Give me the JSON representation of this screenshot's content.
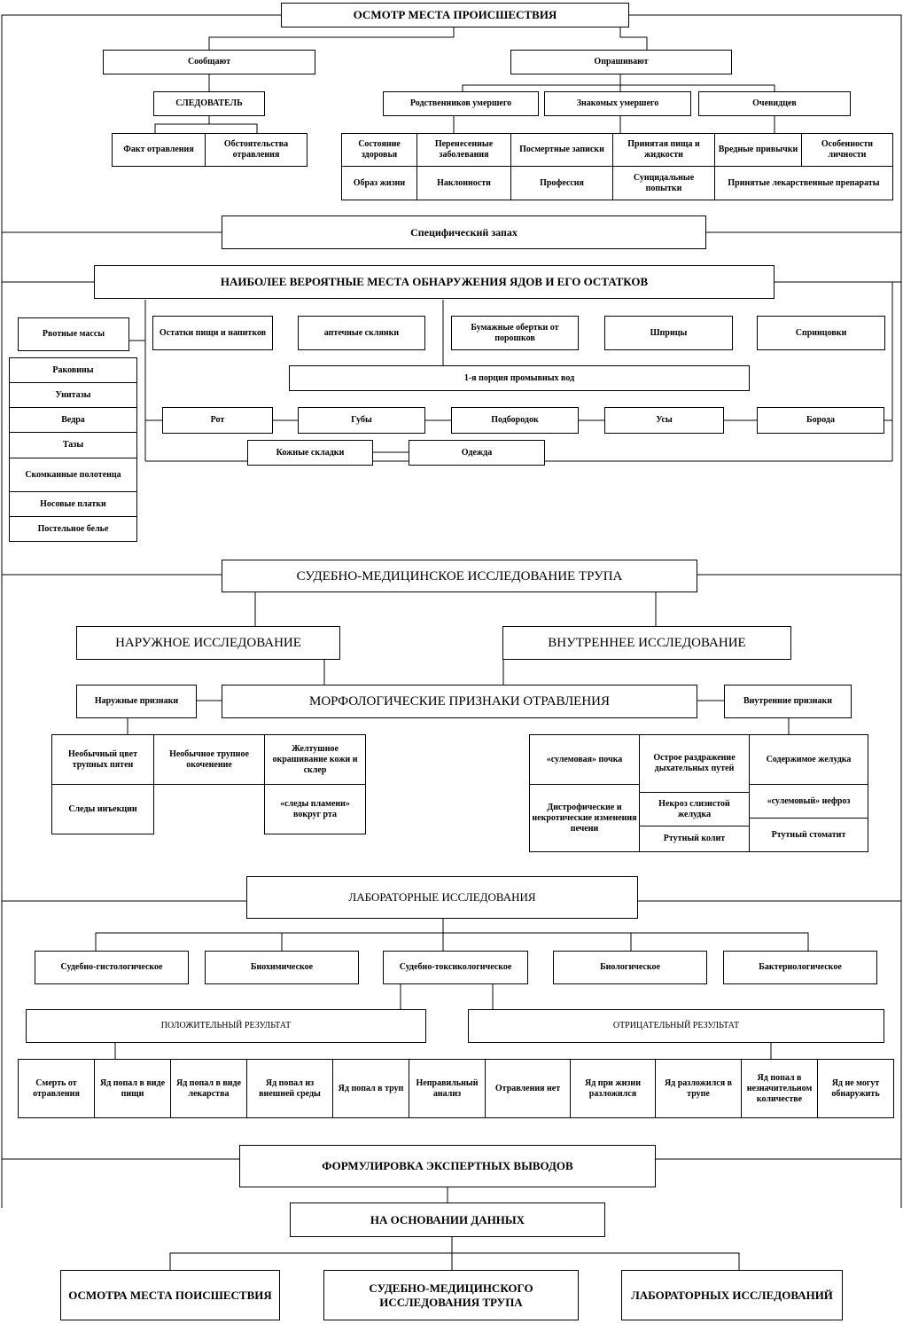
{
  "scene": {
    "title": "ОСМОТР МЕСТА ПРОИСШЕСТВИЯ",
    "report": "Сообщают",
    "interview": "Опрашивают",
    "investigator": "СЛЕДОВАТЕЛЬ",
    "fact": "Факт отравления",
    "circumstances": "Обстоятельства отравления",
    "relatives": "Родственников умершего",
    "acquaintances": "Знакомых умершего",
    "witnesses": "Очевидцев",
    "info": [
      "Состояние здоровья",
      "Перенесенные заболевания",
      "Посмертные записки",
      "Принятая пища и жидкости",
      "Вредные привычки",
      "Особенности личности",
      "Образ жизни",
      "Наклонности",
      "Профессия",
      "Суицидальные попытки",
      "Принятые лекарственные препараты"
    ],
    "smell": "Специфический запах"
  },
  "places": {
    "title": "НАИБОЛЕЕ ВЕРОЯТНЫЕ МЕСТА ОБНАРУЖЕНИЯ ЯДОВ И ЕГО ОСТАТКОВ",
    "vomit": "Рвотные массы",
    "containers": [
      "Раковины",
      "Унитазы",
      "Ведра",
      "Тазы",
      "Скомканные полотенца",
      "Носовые платки",
      "Постельное белье"
    ],
    "top": [
      "Остатки пищи и напитков",
      "аптечные склянки",
      "Бумажные обертки от порошков",
      "Шприцы",
      "Спринцовки"
    ],
    "wash": "1-я порция промывных вод",
    "body": [
      "Рот",
      "Губы",
      "Подбородок",
      "Усы",
      "Борода"
    ],
    "skinfolds": "Кожные складки",
    "clothes": "Одежда"
  },
  "autopsy": {
    "title": "СУДЕБНО-МЕДИЦИНСКОЕ ИССЛЕДОВАНИЕ ТРУПА",
    "external": "НАРУЖНОЕ ИССЛЕДОВАНИЕ",
    "internal": "ВНУТРЕННЕЕ ИССЛЕДОВАНИЕ",
    "morph": "МОРФОЛОГИЧЕСКИЕ ПРИЗНАКИ ОТРАВЛЕНИЯ",
    "ext_signs": "Наружные признаки",
    "int_signs": "Внутренние признаки",
    "ext_items": [
      "Необычный цвет трупных пятен",
      "Необычное трупное окоченение",
      "Желтушное окрашивание кожи и склер",
      "Следы инъекции",
      "«следы пламени» вокруг рта"
    ],
    "int_items": [
      "«сулемовая» почка",
      "Острое раздражение дыхательных путей",
      "Содержимое желудка",
      "Дистрофические и некротические изменения печени",
      "Некроз слизистой желудка",
      "«сулемовый» нефроз",
      "Ртутный колит",
      "Ртутный стоматит"
    ]
  },
  "lab": {
    "title": "ЛАБОРАТОРНЫЕ ИССЛЕДОВАНИЯ",
    "types": [
      "Судебно-гистологическое",
      "Биохимическое",
      "Судебно-токсикологическое",
      "Биологическое",
      "Бактериологическое"
    ],
    "positive": "ПОЛОЖИТЕЛЬНЫЙ РЕЗУЛЬТАТ",
    "negative": "ОТРИЦАТЕЛЬНЫЙ РЕЗУЛЬТАТ",
    "pos_items": [
      "Смерть от отравления",
      "Яд попал в виде пищи",
      "Яд попал в виде лекарства",
      "Яд попал из внешней среды",
      "Яд попал в труп",
      "Неправильный анализ"
    ],
    "neg_items": [
      "Отравления нет",
      "Яд при жизни разложился",
      "Яд разложился в трупе",
      "Яд попал в незначительном количестве",
      "Яд не могут обнаружить"
    ]
  },
  "conclusion": {
    "title": "ФОРМУЛИРОВКА ЭКСПЕРТНЫХ ВЫВОДОВ",
    "basis": "НА ОСНОВАНИИ ДАННЫХ",
    "sources": [
      "ОСМОТРА МЕСТА ПОИСШЕСТВИЯ",
      "СУДЕБНО-МЕДИЦИНСКОГО ИССЛЕДОВАНИЯ ТРУПА",
      "ЛАБОРАТОРНЫХ ИССЛЕДОВАНИЙ"
    ]
  }
}
